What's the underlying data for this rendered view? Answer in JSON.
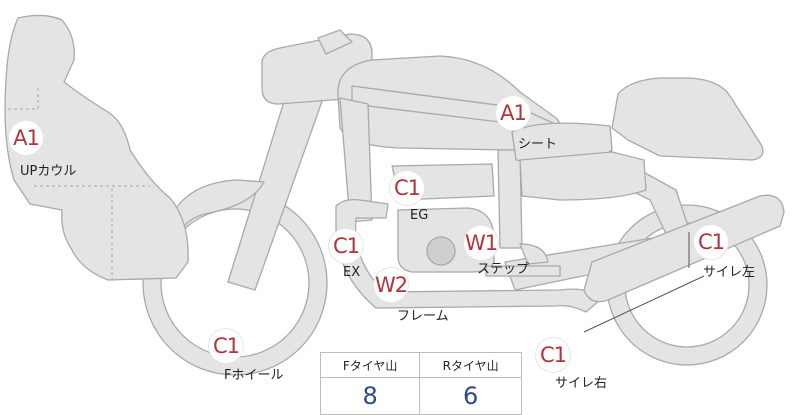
{
  "parts": {
    "upcowl": {
      "grade": "A1",
      "label": "UPカウル"
    },
    "seat": {
      "grade": "A1",
      "label": "シート"
    },
    "engine": {
      "grade": "C1",
      "label": "EG"
    },
    "exhaust": {
      "grade": "C1",
      "label": "EX"
    },
    "step": {
      "grade": "W1",
      "label": "ステップ"
    },
    "frame": {
      "grade": "W2",
      "label": "フレーム"
    },
    "front_wheel": {
      "grade": "C1",
      "label": "Fホイール"
    },
    "muffler_left": {
      "grade": "C1",
      "label": "サイレ左"
    },
    "muffler_right": {
      "grade": "C1",
      "label": "サイレ右"
    }
  },
  "tire_table": {
    "front_header": "Fタイヤ山",
    "rear_header": "Rタイヤ山",
    "front_value": "8",
    "rear_value": "6"
  },
  "colors": {
    "grade_text": "#b0343a",
    "value_text": "#2c4a8a",
    "bike_fill": "#e4e4e4",
    "bike_stroke": "#a9a9a9"
  }
}
